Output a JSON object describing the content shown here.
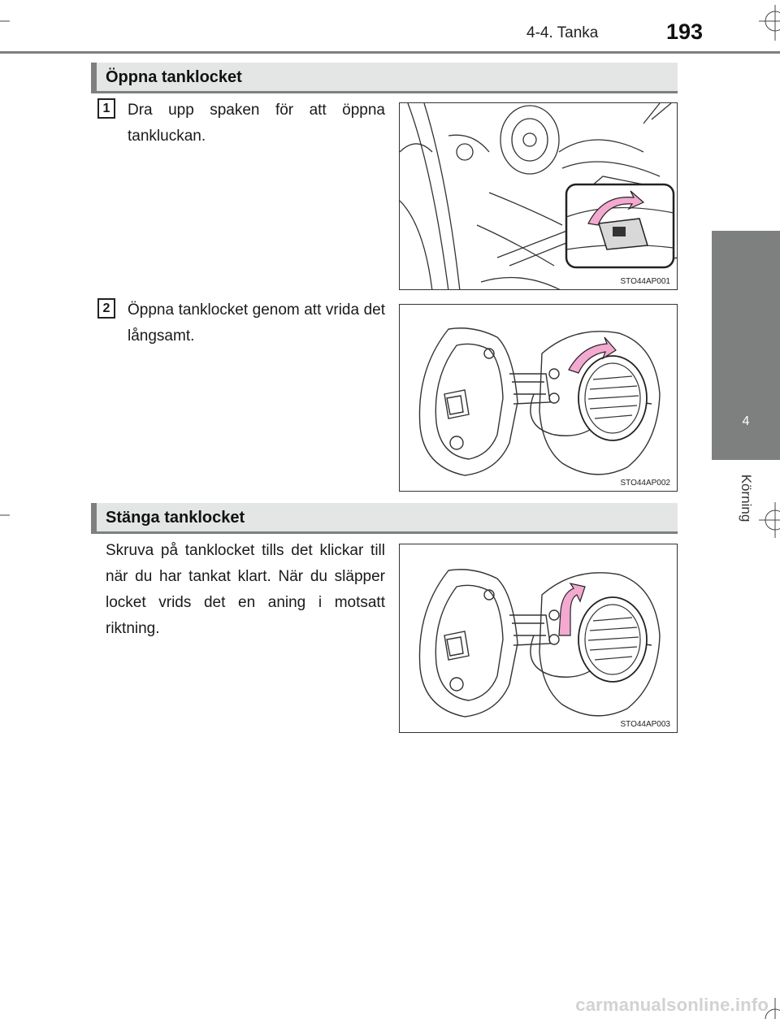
{
  "header": {
    "chapter": "4-4. Tanka",
    "page_number": "193"
  },
  "side_tab": {
    "number": "4",
    "label": "Körning"
  },
  "sections": [
    {
      "title": "Öppna tanklocket"
    },
    {
      "title": "Stänga tanklocket"
    }
  ],
  "steps": [
    {
      "number": "1",
      "text": "Dra upp spaken för att öppna tankluckan.",
      "figure_code": "STO44AP001",
      "figure_icon": "fuel-door-lever-illustration"
    },
    {
      "number": "2",
      "text": "Öppna tanklocket genom att vrida det långsamt.",
      "figure_code": "STO44AP002",
      "figure_icon": "fuel-cap-open-illustration"
    }
  ],
  "closing": {
    "text": "Skruva på tanklocket tills det klickar till när du har tankat klart. När du släpper locket vrids det en aning i motsatt riktning.",
    "figure_code": "STO44AP003",
    "figure_icon": "fuel-cap-close-illustration"
  },
  "watermark": "carmanualsonline.info",
  "colors": {
    "accent_gray": "#7d807f",
    "section_bg": "#e4e6e5",
    "arrow_pink": "#f3a9d0"
  }
}
